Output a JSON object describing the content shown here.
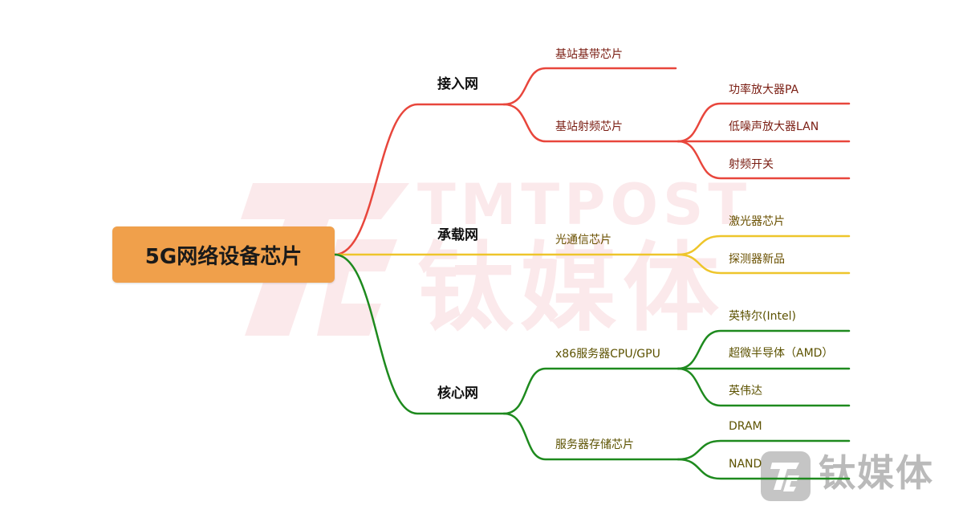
{
  "root": {
    "label": "5G网络设备芯片"
  },
  "colors": {
    "red": "#e8463c",
    "yellow": "#eec52b",
    "green": "#1e8a1e",
    "root_fill": "#f0a04b"
  },
  "branches": {
    "access": {
      "label": "接入网",
      "children": {
        "baseband": {
          "label": "基站基带芯片"
        },
        "rf": {
          "label": "基站射频芯片",
          "children": [
            "功率放大器PA",
            "低噪声放大器LAN",
            "射频开关"
          ]
        }
      }
    },
    "transport": {
      "label": "承载网",
      "children": {
        "optical": {
          "label": "光通信芯片",
          "children": [
            "激光器芯片",
            "探测器新品"
          ]
        }
      }
    },
    "core": {
      "label": "核心网",
      "children": {
        "cpu": {
          "label": "x86服务器CPU/GPU",
          "children": [
            "英特尔(Intel)",
            "超微半导体（AMD）",
            "英伟达"
          ]
        },
        "storage": {
          "label": "服务器存储芯片",
          "children": [
            "DRAM",
            "NAND"
          ]
        }
      }
    }
  },
  "watermark": {
    "latin": "TMTPOST",
    "cjk": "钛媒体",
    "corner": "钛媒体"
  }
}
